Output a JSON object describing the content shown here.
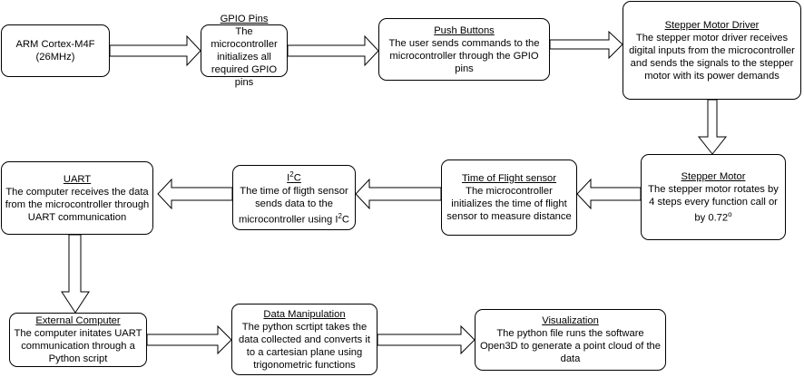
{
  "nodes": {
    "arm": {
      "title": "",
      "body": "ARM Cortex-M4F\n(26MHz)"
    },
    "gpio": {
      "title": "GPIO Pins",
      "body": "The microcontroller initializes all required GPIO pins"
    },
    "buttons": {
      "title": "Push Buttons",
      "body": "The user sends commands to the microcontroller through the GPIO pins"
    },
    "driver": {
      "title": "Stepper Motor Driver",
      "body": "The stepper motor driver receives digital inputs from the microcontroller and sends the signals to the stepper motor with its power demands"
    },
    "motor": {
      "title": "Stepper Motor ",
      "body_pre": "The stepper motor rotates by 4 steps every function call or by 0.72",
      "body_sup": "o"
    },
    "tof": {
      "title": "Time of Flight sensor",
      "body": "The microcontroller initializes the time of flight sensor to measure distance"
    },
    "i2c": {
      "title_pre": "I",
      "title_sup": "2",
      "title_post": "C",
      "body_pre": "The time of fligth sensor sends data to the microcontroller using I",
      "body_sup": "2",
      "body_post": "C"
    },
    "uart": {
      "title": "UART",
      "body": "The computer receives the data from the microcontroller through UART communication"
    },
    "external": {
      "title": "External Computer",
      "body": "The computer initates UART communication through a Python script"
    },
    "manip": {
      "title": "Data Manipulation",
      "body": "The python scrtipt takes the data collected and converts it to a cartesian plane using trigonometric functions"
    },
    "viz": {
      "title": "Visualization",
      "body": "The python file runs the software Open3D to generate a point cloud of the data"
    }
  }
}
